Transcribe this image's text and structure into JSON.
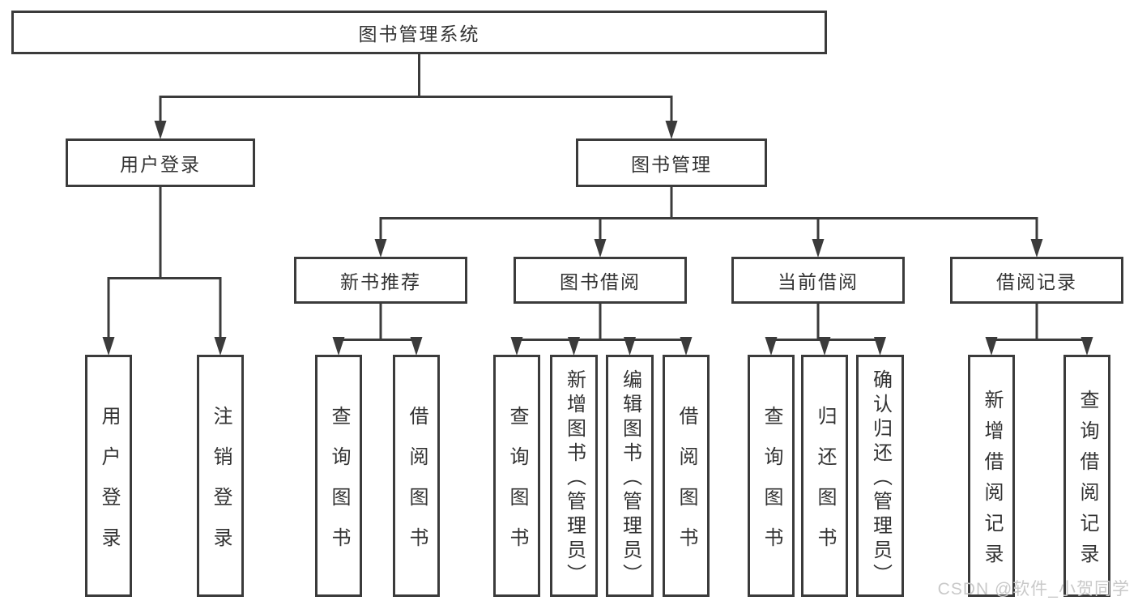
{
  "colors": {
    "line": "#3b3b3b",
    "box_border": "#3b3b3b",
    "box_background": "#ffffff",
    "text": "#333333",
    "watermark": "#c9c9c9"
  },
  "watermark": {
    "text": "CSDN @软件_小贺同学"
  },
  "tree": {
    "label": "图书管理系统",
    "children": [
      {
        "label": "用户登录",
        "children": [
          {
            "label": "用户登录"
          },
          {
            "label": "注销登录"
          }
        ]
      },
      {
        "label": "图书管理",
        "children": [
          {
            "label": "新书推荐",
            "children": [
              {
                "label": "查询图书"
              },
              {
                "label": "借阅图书"
              }
            ]
          },
          {
            "label": "图书借阅",
            "children": [
              {
                "label": "查询图书"
              },
              {
                "label": "新增图书（管理员）"
              },
              {
                "label": "编辑图书（管理员）"
              },
              {
                "label": "借阅图书"
              }
            ]
          },
          {
            "label": "当前借阅",
            "children": [
              {
                "label": "查询图书"
              },
              {
                "label": "归还图书"
              },
              {
                "label": "确认归还（管理员）"
              }
            ]
          },
          {
            "label": "借阅记录",
            "children": [
              {
                "label": "新增借阅记录"
              },
              {
                "label": "查询借阅记录"
              }
            ]
          }
        ]
      }
    ]
  }
}
